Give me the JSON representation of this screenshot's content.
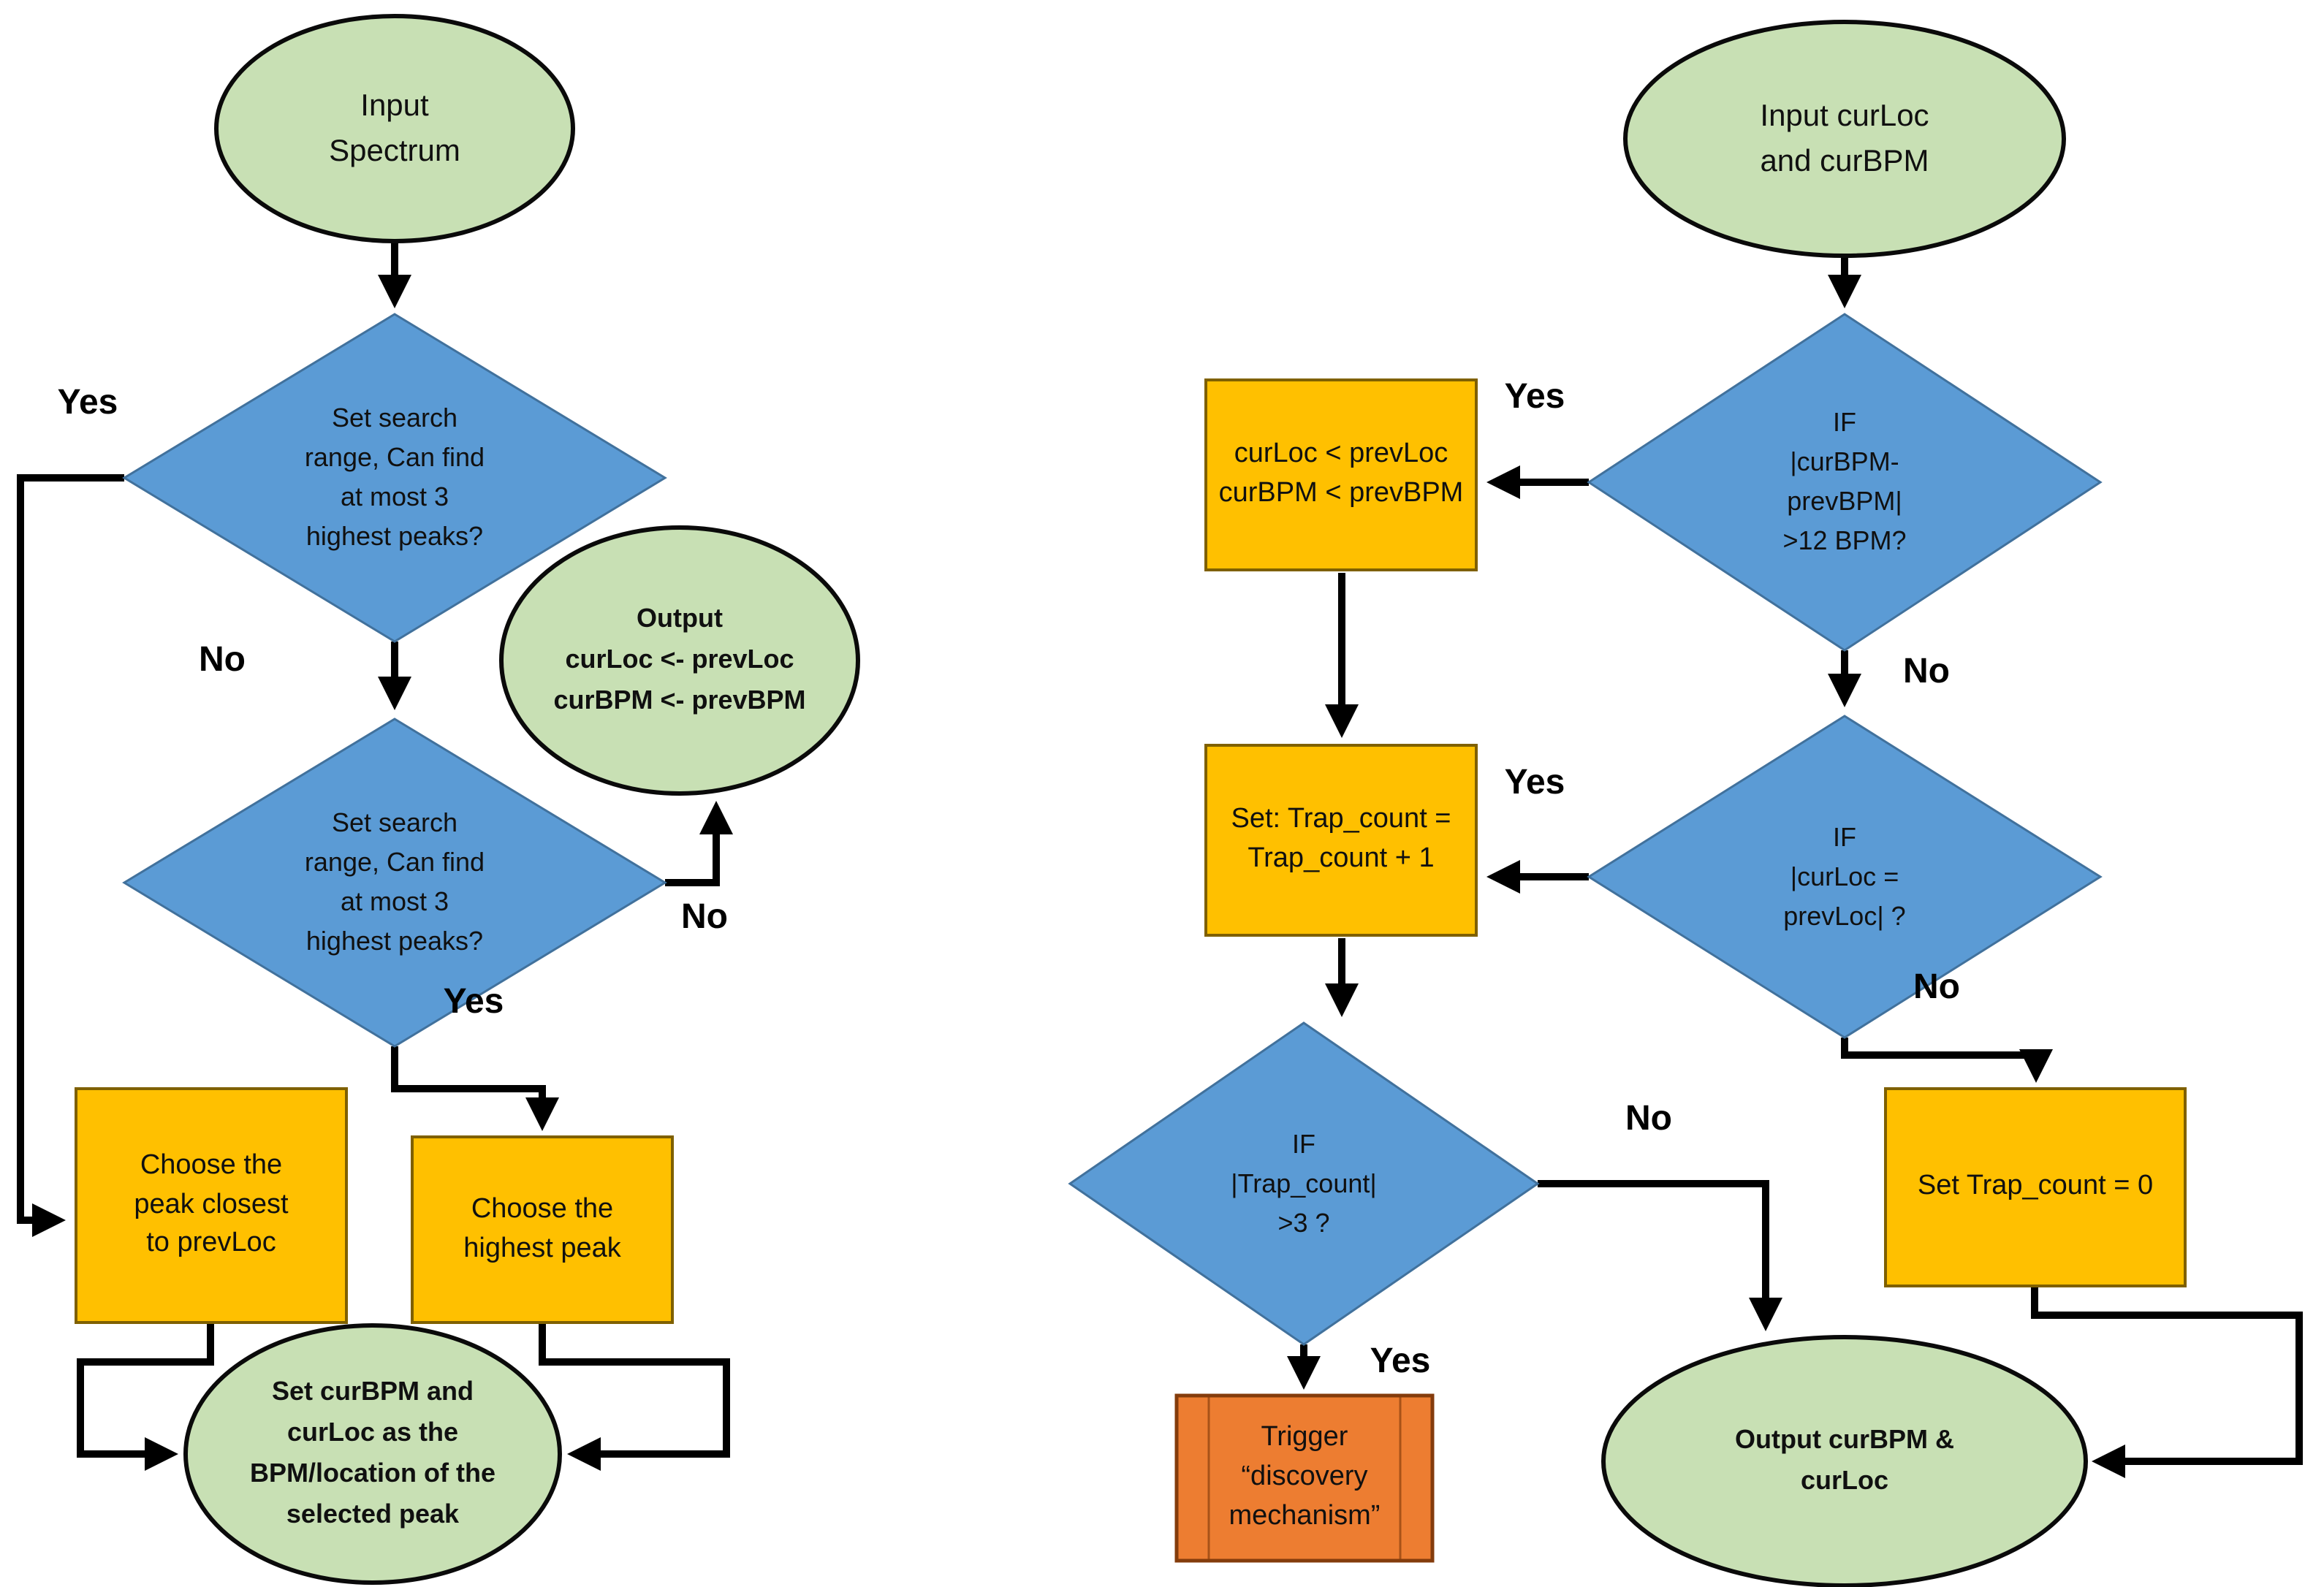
{
  "title": "Peak selection and BPM trap-detection flowcharts",
  "colors": {
    "terminator_fill": "#c8e0b4",
    "terminator_stroke": "#0a0a0a",
    "decision_fill": "#5b9bd5",
    "decision_stroke": "#41719c",
    "process_fill": "#ffc000",
    "process_stroke": "#7f6000",
    "trigger_fill": "#ed7d31",
    "trigger_stroke": "#843c0c",
    "arrow_color": "#000000"
  },
  "left_chart": {
    "input": {
      "lines": [
        "Input",
        "Spectrum"
      ]
    },
    "decision1": {
      "lines": [
        "Set search",
        "range, Can find",
        "at most 3",
        "highest peaks?"
      ]
    },
    "decision2": {
      "lines": [
        "Set search",
        "range, Can find",
        "at most 3",
        "highest peaks?"
      ]
    },
    "output": {
      "lines": [
        "Output",
        "curLoc <- prevLoc",
        "curBPM <- prevBPM"
      ]
    },
    "choose_closest": {
      "lines": [
        "Choose the",
        "peak closest",
        "to prevLoc"
      ]
    },
    "choose_highest": {
      "lines": [
        "Choose the",
        "highest peak"
      ]
    },
    "set_result": {
      "lines": [
        "Set curBPM and",
        "curLoc as the",
        "BPM/location of the",
        "selected peak"
      ]
    },
    "labels": {
      "yes1": "Yes",
      "no1": "No",
      "no2": "No",
      "yes2": "Yes"
    }
  },
  "right_chart": {
    "input": {
      "lines": [
        "Input curLoc",
        "and curBPM"
      ]
    },
    "decision1": {
      "lines": [
        "IF",
        "|curBPM-",
        "prevBPM|",
        ">12 BPM?"
      ]
    },
    "update_box": {
      "lines": [
        "curLoc < prevLoc",
        "curBPM < prevBPM"
      ]
    },
    "decision2": {
      "lines": [
        "IF",
        "|curLoc =",
        "prevLoc| ?"
      ]
    },
    "trap_increment": {
      "lines": [
        "Set: Trap_count =",
        "Trap_count + 1"
      ]
    },
    "decision3": {
      "lines": [
        "IF",
        "|Trap_count|",
        ">3 ?"
      ]
    },
    "trap_reset": {
      "lines": [
        "Set Trap_count = 0"
      ]
    },
    "trigger": {
      "lines": [
        "Trigger",
        "“discovery",
        "mechanism”"
      ]
    },
    "output": {
      "lines": [
        "Output curBPM &",
        "curLoc"
      ]
    },
    "labels": {
      "yes1": "Yes",
      "no1": "No",
      "yes2": "Yes",
      "no2": "No",
      "no3": "No",
      "yes3": "Yes"
    }
  }
}
